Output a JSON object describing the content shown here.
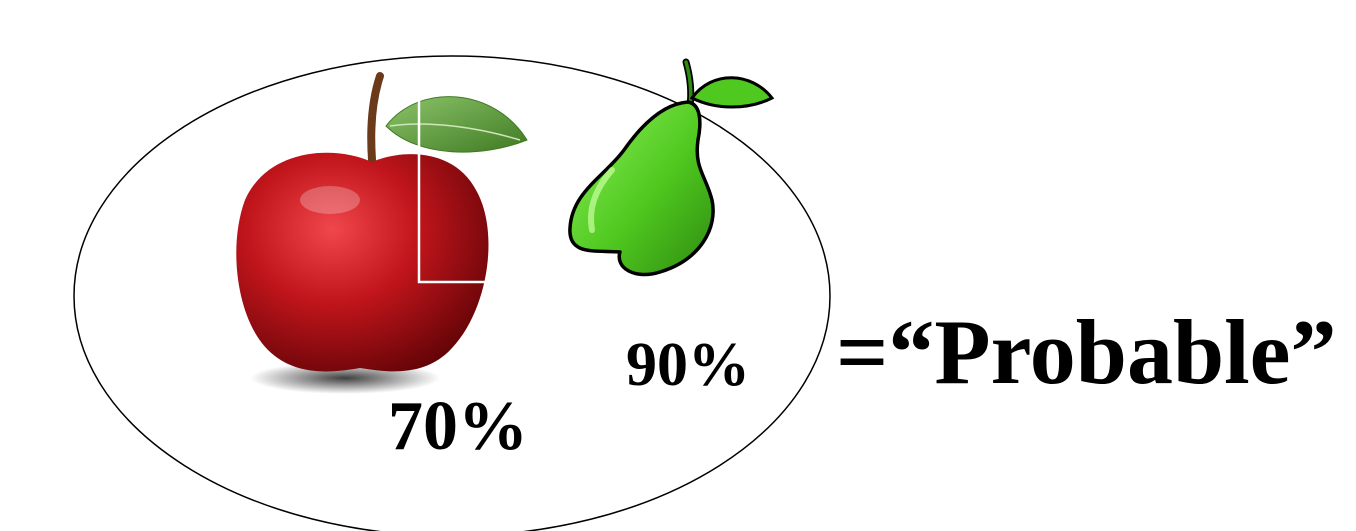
{
  "apple": {
    "percent_label": "70%",
    "icon": "apple-icon"
  },
  "pear": {
    "percent_label": "90%",
    "icon": "pear-icon"
  },
  "result": {
    "text": "=“Probable”"
  },
  "colors": {
    "apple_red": "#c0151b",
    "apple_dark": "#5e0306",
    "leaf_green": "#5f9a3c",
    "pear_green": "#5bd12b",
    "pear_dark": "#2f8b10",
    "outline": "#000000"
  }
}
